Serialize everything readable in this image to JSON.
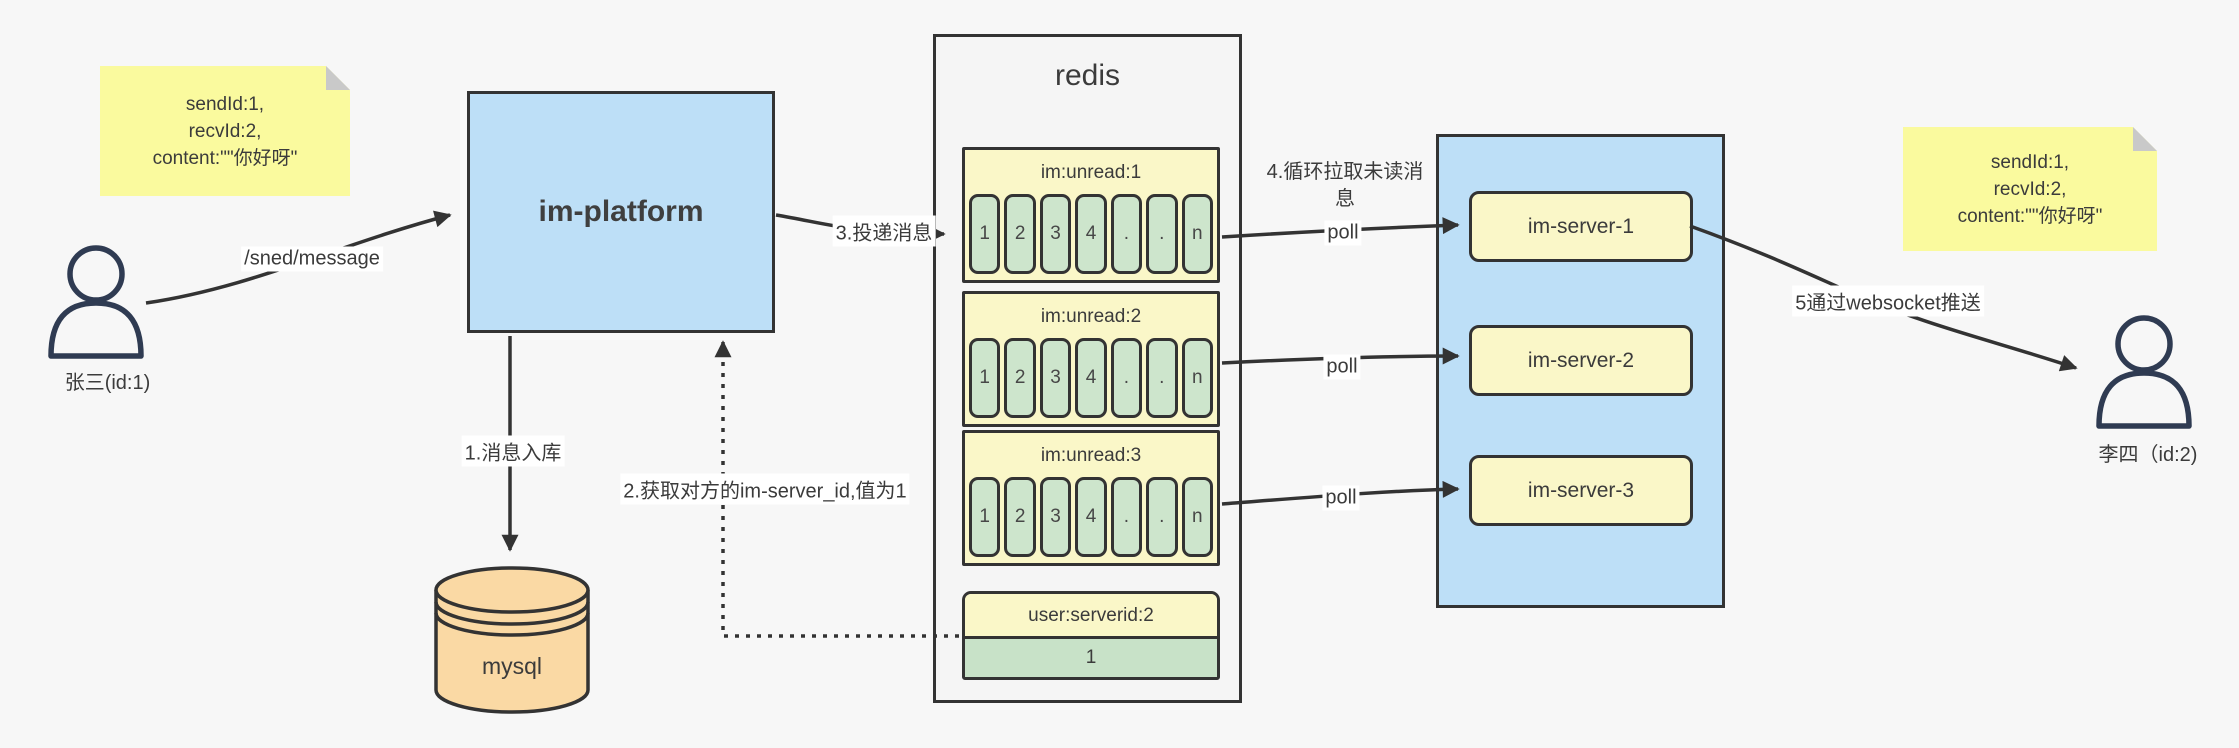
{
  "colors": {
    "canvas_bg": "#f7f7f7",
    "note_yellow": "#fafa9e",
    "note_fold_gray": "#c9c9c9",
    "box_blue": "#bddff7",
    "pale_yellow": "#faf7c8",
    "cell_green": "#cde5cc",
    "mysql_tan": "#fad9a4",
    "line_dark": "#333333",
    "person_navy": "#2f3b52"
  },
  "actors": {
    "sender": {
      "label": "张三(id:1)"
    },
    "receiver": {
      "label": "李四（id:2)"
    }
  },
  "notes": {
    "left": "sendId:1,\nrecvId:2,\ncontent:\"\"你好呀\"",
    "right": "sendId:1,\nrecvId:2,\ncontent:\"\"你好呀\""
  },
  "platform": {
    "label": "im-platform"
  },
  "database": {
    "label": "mysql"
  },
  "redis": {
    "title": "redis",
    "queues": [
      {
        "header": "im:unread:1",
        "cells": [
          "1",
          "2",
          "3",
          "4",
          ".",
          ".",
          "n"
        ]
      },
      {
        "header": "im:unread:2",
        "cells": [
          "1",
          "2",
          "3",
          "4",
          ".",
          ".",
          "n"
        ]
      },
      {
        "header": "im:unread:3",
        "cells": [
          "1",
          "2",
          "3",
          "4",
          ".",
          ".",
          "n"
        ]
      }
    ],
    "kv": {
      "header": "user:serverid:2",
      "value": "1"
    }
  },
  "servers": [
    {
      "label": "im-server-1"
    },
    {
      "label": "im-server-2"
    },
    {
      "label": "im-server-3"
    }
  ],
  "edges": {
    "send_label": "/sned/message",
    "store_label": "1.消息入库",
    "lookup_label": "2.获取对方的im-server_id,值为1",
    "deliver_label": "3.投递消息",
    "pull_label": "4.循环拉取未读消息",
    "poll_labels": [
      "poll",
      "poll",
      "poll"
    ],
    "push_label": "5通过websocket推送"
  }
}
